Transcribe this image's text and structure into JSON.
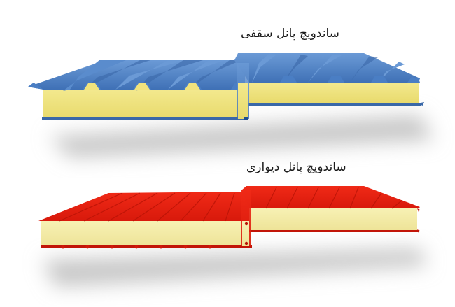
{
  "captions": {
    "roof_panel": "ساندویچ پانل سقفی",
    "wall_panel": "ساندویچ پانل دیواری"
  },
  "panels": [
    {
      "id": "roof",
      "type": "corrugated-roof-sandwich-panel",
      "skin_color": "#4a7ec4",
      "skin_shade": "#3a68a8",
      "skin_highlight": "#6b9ad6",
      "core_color": "#f2e690",
      "core_shade": "#e6d86a"
    },
    {
      "id": "wall",
      "type": "flat-wall-sandwich-panel",
      "skin_color": "#e51d0f",
      "skin_shade": "#c21508",
      "skin_highlight": "#f2361f",
      "core_color": "#f5eeaa",
      "core_shade": "#ebe08a"
    }
  ],
  "background": "#ffffff",
  "shadow_color": "#c4c4c4"
}
